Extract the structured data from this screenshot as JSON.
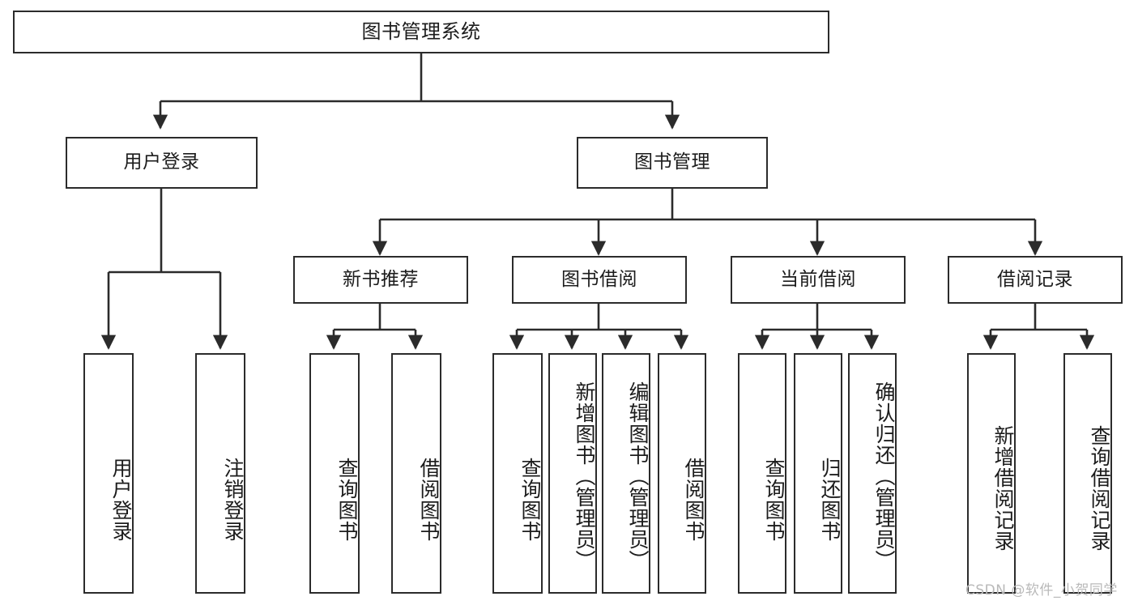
{
  "diagram": {
    "title": "图书管理系统",
    "type": "tree-structure-chart",
    "nodes": {
      "root": {
        "label": "图书管理系统"
      },
      "level2": [
        {
          "id": "user-login",
          "label": "用户登录"
        },
        {
          "id": "book-manage",
          "label": "图书管理"
        }
      ],
      "level3": [
        {
          "id": "new-book-recommend",
          "label": "新书推荐"
        },
        {
          "id": "book-borrow",
          "label": "图书借阅"
        },
        {
          "id": "current-borrow",
          "label": "当前借阅"
        },
        {
          "id": "borrow-record",
          "label": "借阅记录"
        }
      ],
      "leaves": {
        "user_login": [
          {
            "id": "leaf-user-login",
            "label": "用户登录"
          },
          {
            "id": "leaf-logout-login",
            "label": "注销登录"
          }
        ],
        "new_book_recommend": [
          {
            "id": "leaf-query-book-1",
            "label": "查询图书"
          },
          {
            "id": "leaf-borrow-book-1",
            "label": "借阅图书"
          }
        ],
        "book_borrow": [
          {
            "id": "leaf-query-book-2",
            "label": "查询图书"
          },
          {
            "id": "leaf-add-book",
            "label": "新增图书（管理员）"
          },
          {
            "id": "leaf-edit-book",
            "label": "编辑图书（管理员）"
          },
          {
            "id": "leaf-borrow-book-2",
            "label": "借阅图书"
          }
        ],
        "current_borrow": [
          {
            "id": "leaf-query-book-3",
            "label": "查询图书"
          },
          {
            "id": "leaf-return-book",
            "label": "归还图书"
          },
          {
            "id": "leaf-confirm-return",
            "label": "确认归还（管理员）"
          }
        ],
        "borrow_record": [
          {
            "id": "leaf-add-record",
            "label": "新增借阅记录"
          },
          {
            "id": "leaf-query-record",
            "label": "查询借阅记录"
          }
        ]
      }
    },
    "colors": {
      "box_border": "#2b2b2b",
      "box_fill": "#ffffff",
      "edge": "#2b2b2b",
      "text": "#1c1c1c",
      "watermark": "#b9b9b9",
      "background": "#ffffff"
    }
  },
  "watermark": {
    "text": "CSDN @软件_小贺同学"
  }
}
